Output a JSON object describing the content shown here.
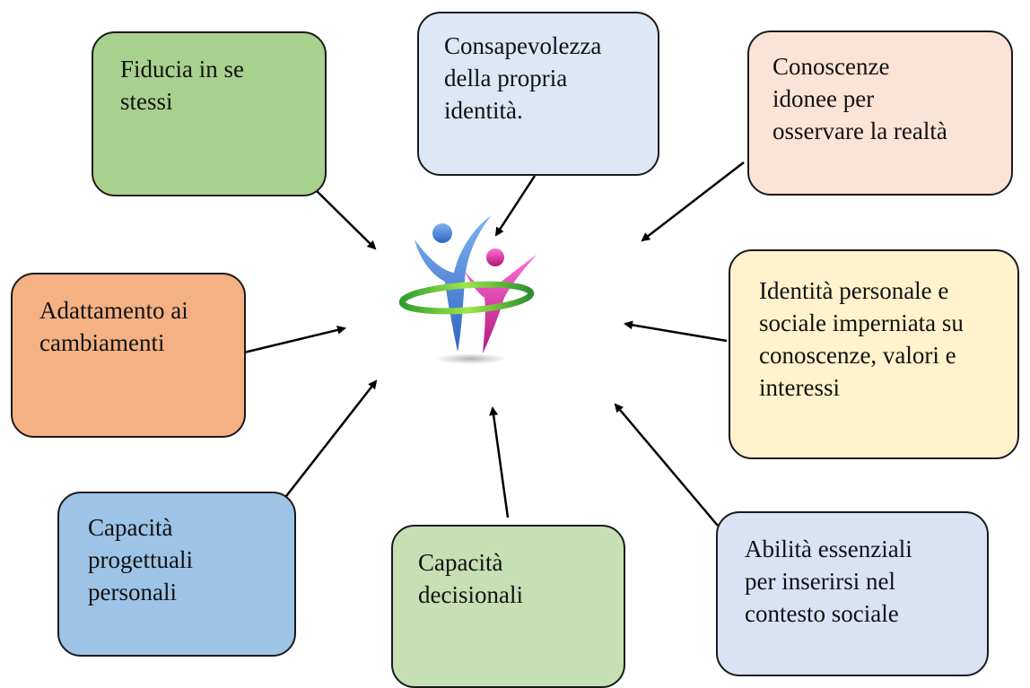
{
  "nodes": {
    "fiducia": "Fiducia in se\nstessi",
    "consapevolezza": "Consapevolezza\ndella propria\nidentità.",
    "conoscenze": "Conoscenze\nidonee per\nosservare la realtà",
    "adattamento": "Adattamento ai\ncambiamenti",
    "identita": "Identità personale e\nsociale imperniata su\nconoscenze, valori e\ninteressi",
    "progettuali": "Capacità\nprogettuali\npersonali",
    "decisionali": "Capacità\ndecisionali",
    "abilita": "Abilità essenziali\nper inserirsi nel\ncontesto sociale"
  },
  "colors": {
    "fiducia": "#a9d18e",
    "consapevolezza": "#dde8f6",
    "conoscenze": "#fbe3d6",
    "adattamento": "#f4b183",
    "identita": "#fff2cc",
    "progettuali": "#9dc3e6",
    "decisionali": "#c5e0b4",
    "abilita": "#dae3f3",
    "arrow": "#000000"
  },
  "center_icon": "people-logo-icon"
}
